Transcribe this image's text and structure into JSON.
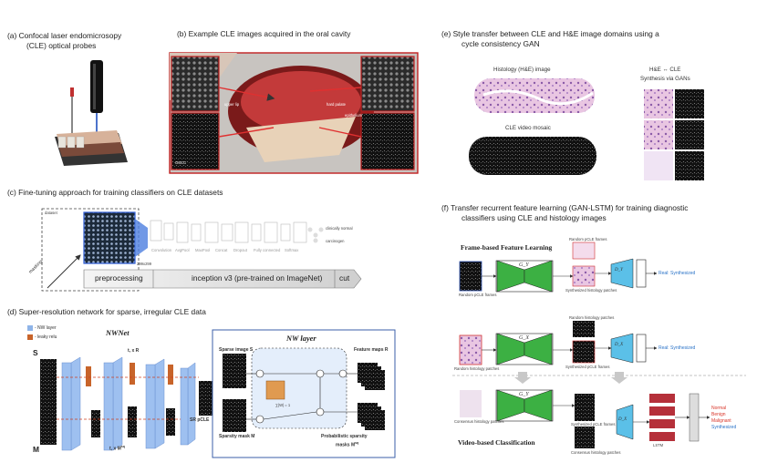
{
  "panel_a": {
    "title_line1": "(a)    Confocal laser endomicrosopy",
    "title_line2": "(CLE) optical probes"
  },
  "panel_b": {
    "title": "(b)    Example CLE images acquired in the oral cavity",
    "labels": {
      "upper_lip": "upper lip",
      "hard_palate": "hard palate",
      "epithelium": "epithelium",
      "oscc": "OSCC"
    }
  },
  "panel_c": {
    "title": "(c)    Fine-tuning approach for training classifiers on CLE datasets",
    "dataset": "dataset",
    "masking": "masking",
    "preprocessing": "preprocessing",
    "inception": "inception v3 (pre-trained on ImageNet)",
    "cut": "cut",
    "classes": [
      "clinically normal",
      "carcinogen"
    ],
    "legend": [
      "Convolution",
      "AvgPool",
      "MaxPool",
      "Concat",
      "Dropout",
      "Fully connected",
      "Softmax"
    ],
    "patch_size": "299x299"
  },
  "panel_d": {
    "title": "(d)    Super-resolution network for sparse, irregular CLE data",
    "legend": [
      "- NW layer",
      "- leaky relu"
    ],
    "net_name": "NWNet",
    "s_label": "S",
    "m_label": "M",
    "tkr": "t, x R",
    "txm": "t, x M",
    "txm_sup": "sq",
    "sr_pcle": "SR pCLE",
    "nw_layer": "NW layer",
    "sparse_image": "Sparse image S",
    "sparsity_mask": "Sparsity mask M",
    "feature_maps": "Feature maps R",
    "prob_masks_line1": "Probabilistic sparsity",
    "prob_masks_line2": "masks M",
    "prob_masks_sup": "sq",
    "eq": "∑|W| = 1"
  },
  "panel_e": {
    "title_line1": "(e)    Style transfer between CLE and H&E image domains using a",
    "title_line2": "cycle consistency GAN",
    "histology": "Histology (H&E) image",
    "cle_mosaic": "CLE video mosaic",
    "synth_line1": "H&E ↔ CLE",
    "synth_line2": "Synthesis via GANs"
  },
  "panel_f": {
    "title_line1": "(f)    Transfer recurrent feature learning (GAN-LSTM) for training diagnostic",
    "title_line2": "classifiers using CLE and histology images",
    "frame_based": "Frame-based Feature Learning",
    "video_based": "Video-based Classification",
    "gen_y": "G_Y",
    "gen_x": "G_X",
    "disc_y": "D_Y",
    "disc_x": "D_X",
    "real_synth_top": "Real: Synthesized",
    "real_synth_mid": "Real: Synthesized",
    "outputs": [
      "Normal",
      "Benign",
      "Malignant",
      "Synthesized"
    ],
    "small_labels": [
      "Random pCLE frames",
      "Synthesized histology patches",
      "Random histology patches",
      "Synthesized pCLE frames",
      "Consensus histology patches",
      "Synthesized pCLE frames",
      "Consensus histology patches",
      "Random pCLE frames",
      "Random histology patches"
    ],
    "lstm": "LSTM"
  },
  "colors": {
    "blue_bar": "#8fb4e8",
    "orange_bar": "#c8642a",
    "generator_green": "#3cb043",
    "discriminator_blue": "#5bc0e8",
    "lstm_red": "#b5303a",
    "real_red": "#d9362a",
    "synth_blue": "#2a73c8"
  }
}
